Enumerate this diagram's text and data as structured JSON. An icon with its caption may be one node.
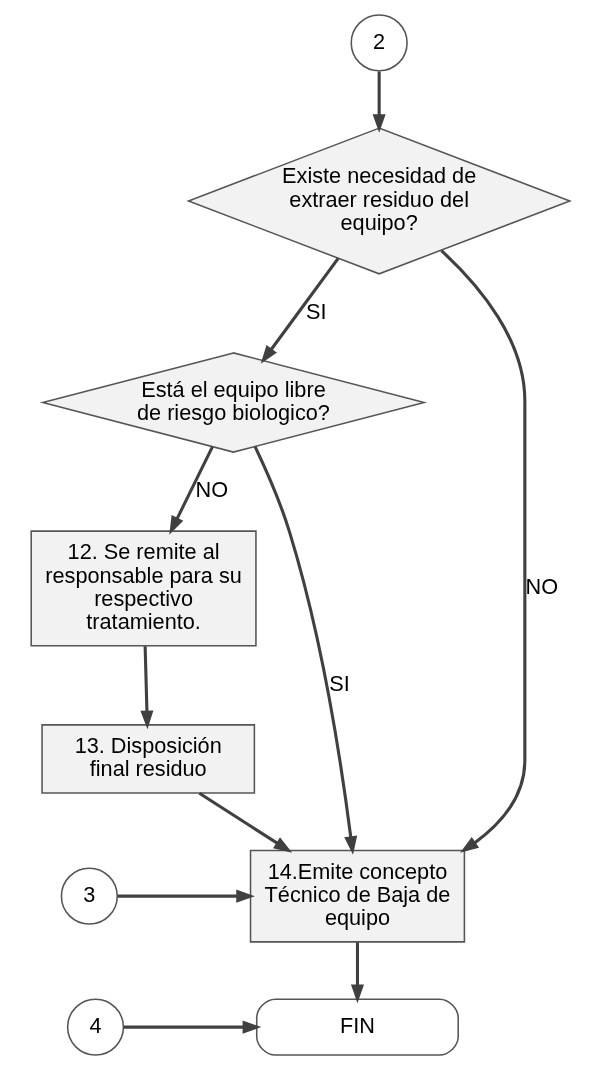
{
  "diagram": {
    "nodes": [
      {
        "text": [
          "2"
        ]
      },
      {
        "text": [
          "Existe necesidad de extraer residuo del equipo?"
        ]
      },
      {
        "text": [
          "Está el equipo libre de riesgo biologico?"
        ]
      },
      {
        "text": [
          "12. Se remite al responsable para su respectivo tratamiento."
        ]
      },
      {
        "text": [
          "13. Disposición final residuo"
        ]
      },
      {
        "text": [
          "14.Emite concepto Técnico de Baja de equipo"
        ]
      },
      {
        "text": [
          "3"
        ]
      },
      {
        "text": [
          "4"
        ]
      },
      {
        "text": [
          "FIN"
        ]
      }
    ],
    "edges": [
      {
        "from": 0,
        "to": 1,
        "arrow": "to"
      },
      {
        "from": 1,
        "to": 2,
        "arrow": "to",
        "label": "SI"
      },
      {
        "from": 1,
        "to": 5,
        "arrow": "to",
        "label": "NO"
      },
      {
        "from": 2,
        "to": 5,
        "arrow": "to",
        "label": "SI"
      },
      {
        "from": 2,
        "to": 3,
        "arrow": "to",
        "label": "NO"
      },
      {
        "from": 3,
        "to": 4,
        "arrow": "to"
      },
      {
        "from": 4,
        "to": 5,
        "arrow": "to"
      },
      {
        "from": 6,
        "to": 5,
        "arrow": "to"
      },
      {
        "from": 5,
        "to": 8,
        "arrow": "to"
      },
      {
        "from": 7,
        "to": 8,
        "arrow": "to"
      }
    ]
  }
}
